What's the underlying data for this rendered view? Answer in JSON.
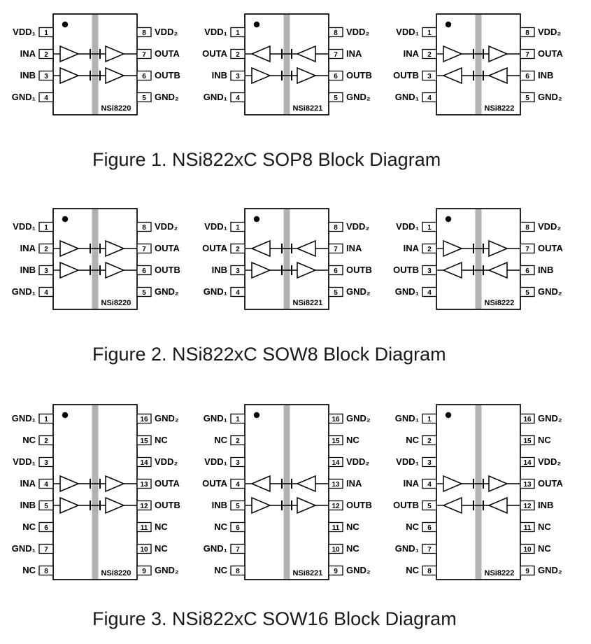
{
  "colors": {
    "barrier": "#b3b3b3",
    "line": "#000000",
    "background": "#ffffff",
    "text": "#000000"
  },
  "figures": [
    {
      "caption": "Figure 1. NSi822xC SOP8 Block Diagram",
      "chips": [
        {
          "name": "NSi8220",
          "left_pins": [
            {
              "label": "VDD₁",
              "num": "1"
            },
            {
              "label": "INA",
              "num": "2"
            },
            {
              "label": "INB",
              "num": "3"
            },
            {
              "label": "GND₁",
              "num": "4"
            }
          ],
          "right_pins": [
            {
              "label": "VDD₂",
              "num": "8"
            },
            {
              "label": "OUTA",
              "num": "7"
            },
            {
              "label": "OUTB",
              "num": "6"
            },
            {
              "label": "GND₂",
              "num": "5"
            }
          ],
          "channels": [
            {
              "row": 1,
              "dir": "right"
            },
            {
              "row": 2,
              "dir": "right"
            }
          ]
        },
        {
          "name": "NSi8221",
          "left_pins": [
            {
              "label": "VDD₁",
              "num": "1"
            },
            {
              "label": "OUTA",
              "num": "2"
            },
            {
              "label": "INB",
              "num": "3"
            },
            {
              "label": "GND₁",
              "num": "4"
            }
          ],
          "right_pins": [
            {
              "label": "VDD₂",
              "num": "8"
            },
            {
              "label": "INA",
              "num": "7"
            },
            {
              "label": "OUTB",
              "num": "6"
            },
            {
              "label": "GND₂",
              "num": "5"
            }
          ],
          "channels": [
            {
              "row": 1,
              "dir": "left"
            },
            {
              "row": 2,
              "dir": "right"
            }
          ]
        },
        {
          "name": "NSi8222",
          "left_pins": [
            {
              "label": "VDD₁",
              "num": "1"
            },
            {
              "label": "INA",
              "num": "2"
            },
            {
              "label": "OUTB",
              "num": "3"
            },
            {
              "label": "GND₁",
              "num": "4"
            }
          ],
          "right_pins": [
            {
              "label": "VDD₂",
              "num": "8"
            },
            {
              "label": "OUTA",
              "num": "7"
            },
            {
              "label": "INB",
              "num": "6"
            },
            {
              "label": "GND₂",
              "num": "5"
            }
          ],
          "channels": [
            {
              "row": 1,
              "dir": "right"
            },
            {
              "row": 2,
              "dir": "left"
            }
          ]
        }
      ]
    },
    {
      "caption": "Figure 2. NSi822xC SOW8 Block Diagram",
      "chips": [
        {
          "name": "NSi8220",
          "left_pins": [
            {
              "label": "VDD₁",
              "num": "1"
            },
            {
              "label": "INA",
              "num": "2"
            },
            {
              "label": "INB",
              "num": "3"
            },
            {
              "label": "GND₁",
              "num": "4"
            }
          ],
          "right_pins": [
            {
              "label": "VDD₂",
              "num": "8"
            },
            {
              "label": "OUTA",
              "num": "7"
            },
            {
              "label": "OUTB",
              "num": "6"
            },
            {
              "label": "GND₂",
              "num": "5"
            }
          ],
          "channels": [
            {
              "row": 1,
              "dir": "right"
            },
            {
              "row": 2,
              "dir": "right"
            }
          ]
        },
        {
          "name": "NSi8221",
          "left_pins": [
            {
              "label": "VDD₁",
              "num": "1"
            },
            {
              "label": "OUTA",
              "num": "2"
            },
            {
              "label": "INB",
              "num": "3"
            },
            {
              "label": "GND₁",
              "num": "4"
            }
          ],
          "right_pins": [
            {
              "label": "VDD₂",
              "num": "8"
            },
            {
              "label": "INA",
              "num": "7"
            },
            {
              "label": "OUTB",
              "num": "6"
            },
            {
              "label": "GND₂",
              "num": "5"
            }
          ],
          "channels": [
            {
              "row": 1,
              "dir": "left"
            },
            {
              "row": 2,
              "dir": "right"
            }
          ]
        },
        {
          "name": "NSi8222",
          "left_pins": [
            {
              "label": "VDD₁",
              "num": "1"
            },
            {
              "label": "INA",
              "num": "2"
            },
            {
              "label": "OUTB",
              "num": "3"
            },
            {
              "label": "GND₁",
              "num": "4"
            }
          ],
          "right_pins": [
            {
              "label": "VDD₂",
              "num": "8"
            },
            {
              "label": "OUTA",
              "num": "7"
            },
            {
              "label": "INB",
              "num": "6"
            },
            {
              "label": "GND₂",
              "num": "5"
            }
          ],
          "channels": [
            {
              "row": 1,
              "dir": "right"
            },
            {
              "row": 2,
              "dir": "left"
            }
          ]
        }
      ]
    },
    {
      "caption": "Figure 3. NSi822xC SOW16 Block Diagram",
      "chips": [
        {
          "name": "NSi8220",
          "left_pins": [
            {
              "label": "GND₁",
              "num": "1"
            },
            {
              "label": "NC",
              "num": "2"
            },
            {
              "label": "VDD₁",
              "num": "3"
            },
            {
              "label": "INA",
              "num": "4"
            },
            {
              "label": "INB",
              "num": "5"
            },
            {
              "label": "NC",
              "num": "6"
            },
            {
              "label": "GND₁",
              "num": "7"
            },
            {
              "label": "NC",
              "num": "8"
            }
          ],
          "right_pins": [
            {
              "label": "GND₂",
              "num": "16"
            },
            {
              "label": "NC",
              "num": "15"
            },
            {
              "label": "VDD₂",
              "num": "14"
            },
            {
              "label": "OUTA",
              "num": "13"
            },
            {
              "label": "OUTB",
              "num": "12"
            },
            {
              "label": "NC",
              "num": "11"
            },
            {
              "label": "NC",
              "num": "10"
            },
            {
              "label": "GND₂",
              "num": "9"
            }
          ],
          "channels": [
            {
              "row": 3,
              "dir": "right"
            },
            {
              "row": 4,
              "dir": "right"
            }
          ]
        },
        {
          "name": "NSi8221",
          "left_pins": [
            {
              "label": "GND₁",
              "num": "1"
            },
            {
              "label": "NC",
              "num": "2"
            },
            {
              "label": "VDD₁",
              "num": "3"
            },
            {
              "label": "OUTA",
              "num": "4"
            },
            {
              "label": "INB",
              "num": "5"
            },
            {
              "label": "NC",
              "num": "6"
            },
            {
              "label": "GND₁",
              "num": "7"
            },
            {
              "label": "NC",
              "num": "8"
            }
          ],
          "right_pins": [
            {
              "label": "GND₂",
              "num": "16"
            },
            {
              "label": "NC",
              "num": "15"
            },
            {
              "label": "VDD₂",
              "num": "14"
            },
            {
              "label": "INA",
              "num": "13"
            },
            {
              "label": "OUTB",
              "num": "12"
            },
            {
              "label": "NC",
              "num": "11"
            },
            {
              "label": "NC",
              "num": "10"
            },
            {
              "label": "GND₂",
              "num": "9"
            }
          ],
          "channels": [
            {
              "row": 3,
              "dir": "left"
            },
            {
              "row": 4,
              "dir": "right"
            }
          ]
        },
        {
          "name": "NSi8222",
          "left_pins": [
            {
              "label": "GND₁",
              "num": "1"
            },
            {
              "label": "NC",
              "num": "2"
            },
            {
              "label": "VDD₁",
              "num": "3"
            },
            {
              "label": "INA",
              "num": "4"
            },
            {
              "label": "OUTB",
              "num": "5"
            },
            {
              "label": "NC",
              "num": "6"
            },
            {
              "label": "GND₁",
              "num": "7"
            },
            {
              "label": "NC",
              "num": "8"
            }
          ],
          "right_pins": [
            {
              "label": "GND₂",
              "num": "16"
            },
            {
              "label": "NC",
              "num": "15"
            },
            {
              "label": "VDD₂",
              "num": "14"
            },
            {
              "label": "OUTA",
              "num": "13"
            },
            {
              "label": "INB",
              "num": "12"
            },
            {
              "label": "NC",
              "num": "11"
            },
            {
              "label": "NC",
              "num": "10"
            },
            {
              "label": "GND₂",
              "num": "9"
            }
          ],
          "channels": [
            {
              "row": 3,
              "dir": "right"
            },
            {
              "row": 4,
              "dir": "left"
            }
          ]
        }
      ]
    }
  ]
}
